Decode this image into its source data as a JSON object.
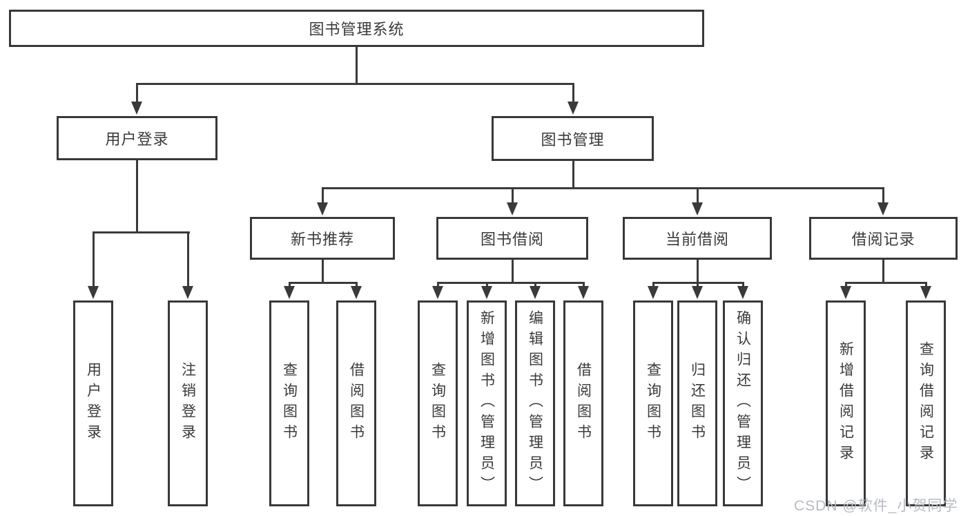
{
  "tree": {
    "label": "图书管理系统",
    "children": [
      {
        "label": "用户登录",
        "children": [
          {
            "label": "用户登录"
          },
          {
            "label": "注销登录"
          }
        ]
      },
      {
        "label": "图书管理",
        "children": [
          {
            "label": "新书推荐",
            "children": [
              {
                "label": "查询图书"
              },
              {
                "label": "借阅图书"
              }
            ]
          },
          {
            "label": "图书借阅",
            "children": [
              {
                "label": "查询图书"
              },
              {
                "label": "新增图书（管理员）"
              },
              {
                "label": "编辑图书（管理员）"
              },
              {
                "label": "借阅图书"
              }
            ]
          },
          {
            "label": "当前借阅",
            "children": [
              {
                "label": "查询图书"
              },
              {
                "label": "归还图书"
              },
              {
                "label": "确认归还（管理员）"
              }
            ]
          },
          {
            "label": "借阅记录",
            "children": [
              {
                "label": "新增借阅记录"
              },
              {
                "label": "查询借阅记录"
              }
            ]
          }
        ]
      }
    ]
  },
  "watermark": {
    "text": "CSDN @软件_小贺同学"
  },
  "colors": {
    "line": "#3a3a3a",
    "box_border": "#383838",
    "text": "#3a3a3a",
    "watermark": "#b7bbc2",
    "background": "#ffffff"
  }
}
